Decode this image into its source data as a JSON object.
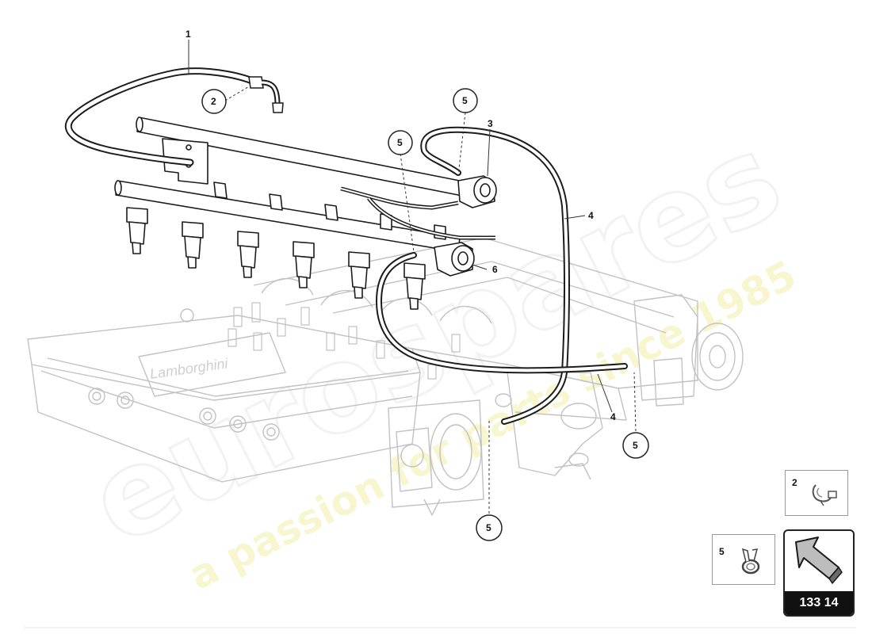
{
  "watermark": {
    "brand": "eurospares",
    "tagline": "a passion for parts since 1985"
  },
  "diagram": {
    "callouts": [
      {
        "id": "c1",
        "label": "1",
        "circled": false
      },
      {
        "id": "c2",
        "label": "2",
        "circled": true
      },
      {
        "id": "c3",
        "label": "3",
        "circled": false
      },
      {
        "id": "c4a",
        "label": "4",
        "circled": false
      },
      {
        "id": "c4b",
        "label": "4",
        "circled": false
      },
      {
        "id": "c5a",
        "label": "5",
        "circled": true
      },
      {
        "id": "c5b",
        "label": "5",
        "circled": true
      },
      {
        "id": "c5c",
        "label": "5",
        "circled": true
      },
      {
        "id": "c5d",
        "label": "5",
        "circled": true
      },
      {
        "id": "c6",
        "label": "6",
        "circled": false
      }
    ]
  },
  "detail_boxes": [
    {
      "label": "2",
      "icon": "hose-clamp-icon"
    },
    {
      "label": "5",
      "icon": "spring-clip-icon"
    }
  ],
  "navigation": {
    "code": "133 14",
    "icon": "arrow-up-left-icon"
  }
}
